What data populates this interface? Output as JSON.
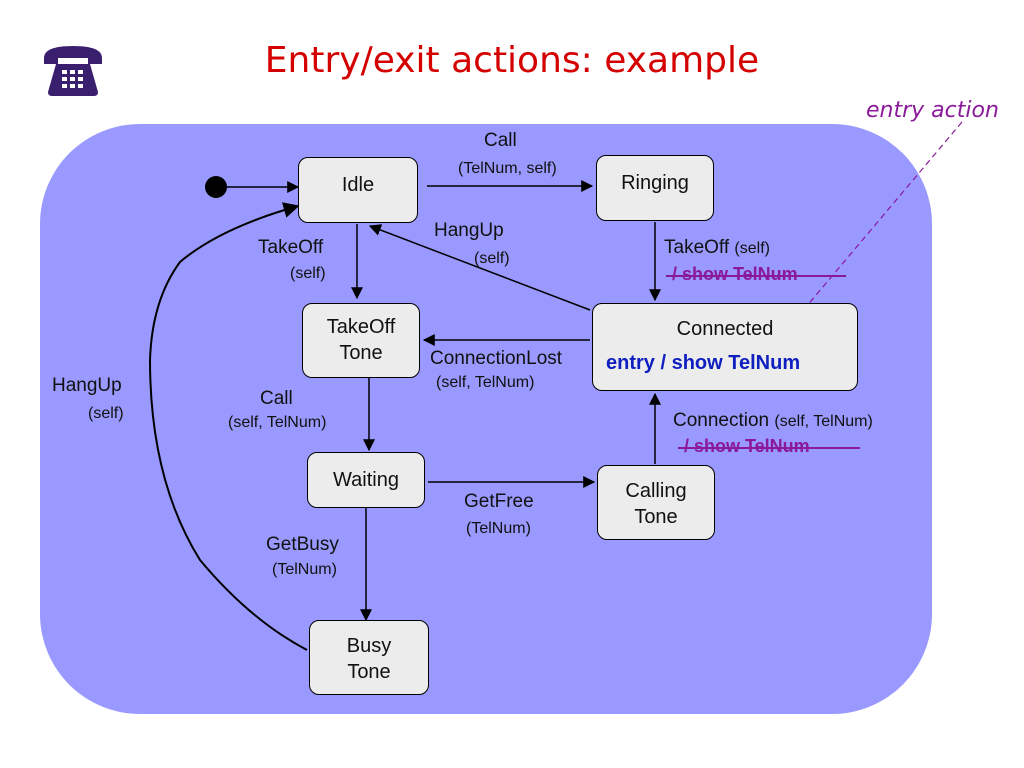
{
  "title": "Entry/exit actions: example",
  "entry_note": "entry action",
  "states": {
    "idle": "Idle",
    "ringing": "Ringing",
    "takeoff_tone_l1": "TakeOff",
    "takeoff_tone_l2": "Tone",
    "connected": "Connected",
    "waiting": "Waiting",
    "calling_tone_l1": "Calling",
    "calling_tone_l2": "Tone",
    "busy_tone_l1": "Busy",
    "busy_tone_l2": "Tone"
  },
  "connected_entry": {
    "keyword": "entry",
    "action": "/ show TelNum"
  },
  "transitions": {
    "call_top": "Call",
    "call_top_params": "(TelNum, self)",
    "takeoff_left": "TakeOff",
    "takeoff_left_params": "(self)",
    "hangup_mid": "HangUp",
    "hangup_mid_params": "(self)",
    "takeoff_right": "TakeOff",
    "takeoff_right_params": "(self)",
    "takeoff_right_old_action": "/ show TelNum",
    "connection_lost": "ConnectionLost",
    "connection_lost_params": "(self, TelNum)",
    "call_mid": "Call",
    "call_mid_params": "(self, TelNum)",
    "connection": "Connection",
    "connection_params": "(self, TelNum)",
    "connection_old_action": "/ show TelNum",
    "getfree": "GetFree",
    "getfree_params": "(TelNum)",
    "getbusy": "GetBusy",
    "getbusy_params": "(TelNum)",
    "hangup_left": "HangUp",
    "hangup_left_params": "(self)"
  },
  "colors": {
    "title": "#d40000",
    "region": "#9999ff",
    "state_fill": "#ececec",
    "entry_action": "#1020c0",
    "strike": "#8a1a9a",
    "note": "#8a1a9a"
  },
  "icons": {
    "phone": "telephone-icon"
  }
}
